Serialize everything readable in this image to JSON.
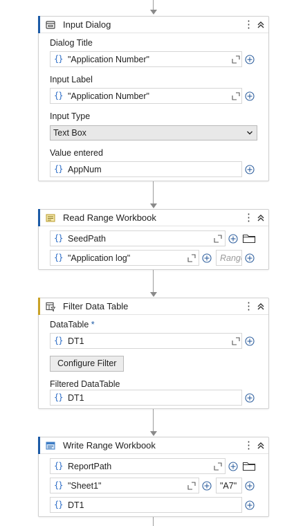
{
  "activities": [
    {
      "title": "Input Dialog",
      "fields": [
        {
          "label": "Dialog Title",
          "value": "\"Application Number\""
        },
        {
          "label": "Input Label",
          "value": "\"Application Number\""
        },
        {
          "label": "Input Type",
          "value": "Text Box"
        },
        {
          "label": "Value entered",
          "value": "AppNum"
        }
      ]
    },
    {
      "title": "Read Range Workbook",
      "workbook_path": "SeedPath",
      "sheet_name": "\"Application log\"",
      "range_placeholder": "Range"
    },
    {
      "title": "Filter Data Table",
      "datatable_label": "DataTable",
      "required_mark": "*",
      "datatable_value": "DT1",
      "configure_button": "Configure Filter",
      "filtered_label": "Filtered DataTable",
      "filtered_value": "DT1"
    },
    {
      "title": "Write Range Workbook",
      "workbook_path": "ReportPath",
      "sheet_name": "\"Sheet1\"",
      "start_cell": "\"A7\"",
      "datatable_value": "DT1"
    }
  ],
  "icons": {
    "brace": "{}",
    "kebab": "⋮",
    "expand": "expand-icon",
    "plus": "plus-circle-icon",
    "folder": "folder-icon",
    "collapse": "double-chevron-up-icon",
    "chevron": "chevron-down-icon"
  },
  "colors": {
    "accent": "#1c5aa6",
    "filter_accent": "#c9a227",
    "brace": "#2e6ec7"
  }
}
